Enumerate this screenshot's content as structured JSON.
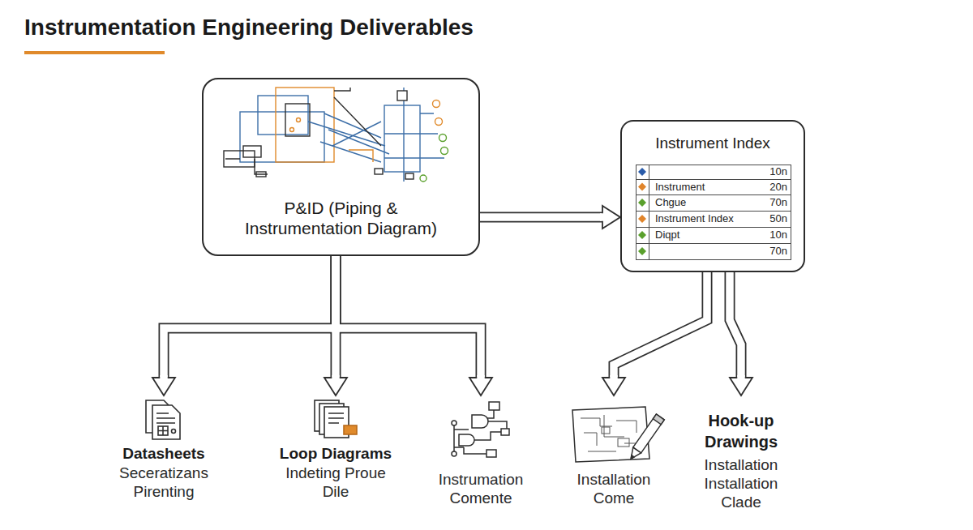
{
  "diagram": {
    "title": "Instrumentation Engineering Deliverables",
    "nodes": [
      {
        "text": [
          "P&ID (Piping & Instrumentation Diagram)"
        ]
      },
      {
        "text": [
          "Instrument Index"
        ]
      },
      {
        "text": [
          "Datasheets",
          "Seceratizans Pirenting"
        ]
      },
      {
        "text": [
          "Loop Diagrams",
          "Indeting Proue Dile"
        ]
      },
      {
        "text": [
          "Instrumation Comente"
        ]
      },
      {
        "text": [
          "Installation Come"
        ]
      },
      {
        "text": [
          "Hook-up Drawings",
          "Installation Installation Clade"
        ]
      }
    ],
    "edges": [
      {
        "from": 0,
        "to": 1,
        "arrow": "to"
      },
      {
        "from": 0,
        "to": 2,
        "arrow": "to"
      },
      {
        "from": 0,
        "to": 3,
        "arrow": "to"
      },
      {
        "from": 0,
        "to": 4,
        "arrow": "to"
      },
      {
        "from": 1,
        "to": 5,
        "arrow": "to"
      },
      {
        "from": 1,
        "to": 6,
        "arrow": "to"
      }
    ],
    "labels": [
      "10n",
      "Instrument",
      "20n",
      "Chgue",
      "70n",
      "Instrument Index",
      "50n",
      "Diqpt",
      "10n",
      "70n"
    ]
  }
}
